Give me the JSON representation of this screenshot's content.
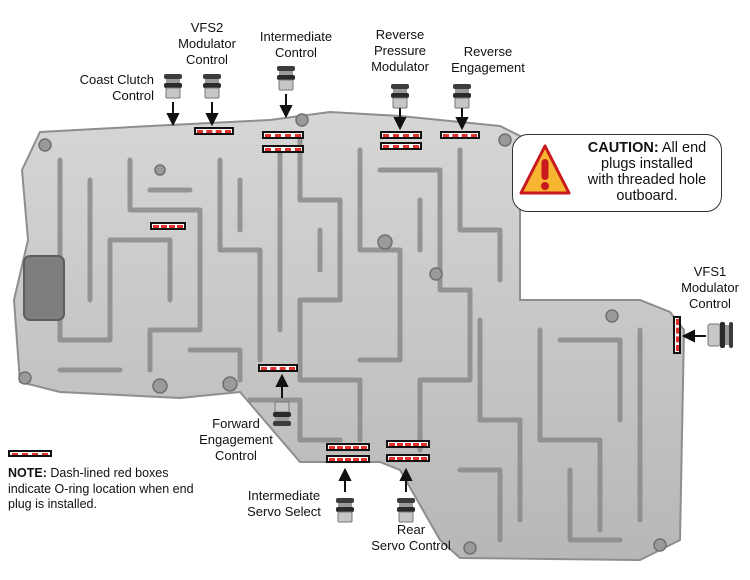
{
  "labels": {
    "coast_clutch": "Coast Clutch\nControl",
    "vfs2": "VFS2\nModulator\nControl",
    "intermediate": "Intermediate\nControl",
    "reverse_pressure": "Reverse\nPressure\nModulator",
    "reverse_engagement": "Reverse\nEngagement",
    "vfs1": "VFS1\nModulator\nControl",
    "forward_engagement": "Forward\nEngagement\nControl",
    "intermediate_servo": "Intermediate\nServo Select",
    "rear_servo": "Rear\nServo Control"
  },
  "caution": {
    "heading": "CAUTION:",
    "text": " All end\nplugs installed\nwith threaded hole\noutboard."
  },
  "note": {
    "heading": "NOTE:",
    "text": " Dash-lined red boxes indicate O-ring location when end plug is installed."
  },
  "colors": {
    "oring_dash": "#e0312b",
    "caution_fill": "#f7b531",
    "caution_border": "#c8191f",
    "valve_body": "#c9c9c7"
  }
}
